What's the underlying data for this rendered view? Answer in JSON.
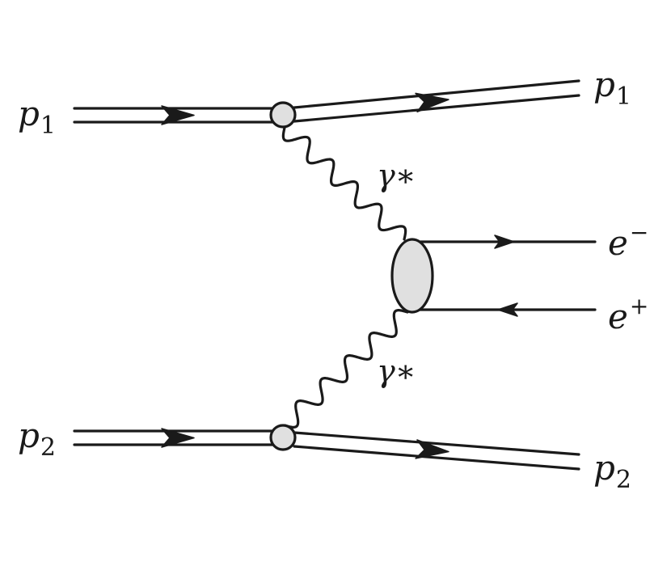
{
  "labels": {
    "p1_in": {
      "base": "p",
      "sub": "1"
    },
    "p2_in": {
      "base": "p",
      "sub": "2"
    },
    "p1_out": {
      "base": "p",
      "sub": "1"
    },
    "p2_out": {
      "base": "p",
      "sub": "2"
    },
    "gamma_upper": {
      "base": "γ",
      "mark": "∗"
    },
    "gamma_lower": {
      "base": "γ",
      "mark": "∗"
    },
    "e_minus": {
      "base": "e",
      "sup": "−"
    },
    "e_plus": {
      "base": "e",
      "sup": "+"
    }
  },
  "colors": {
    "line": "#1a1a1a",
    "vertex_fill": "#e0e0e0",
    "blob_fill": "#e0e0e0"
  }
}
